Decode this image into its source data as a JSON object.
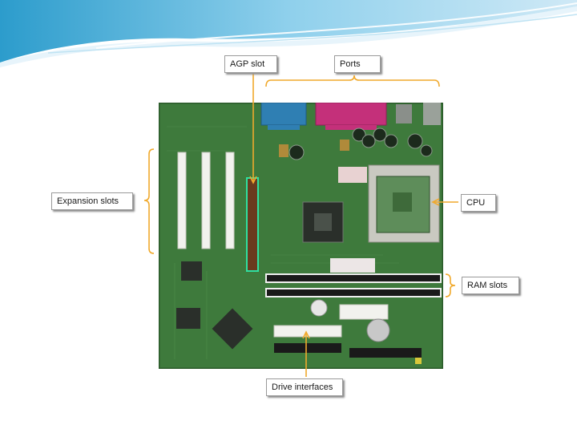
{
  "labels": {
    "agp": "AGP slot",
    "ports": "Ports",
    "expansion": "Expansion slots",
    "cpu": "CPU",
    "ram": "RAM slots",
    "drive": "Drive interfaces"
  },
  "colors": {
    "accent": "#f0a92c",
    "banner_light": "#d8eef8",
    "banner_mid": "#5bb6dc",
    "board_green": "#3e7a3c",
    "agp_highlight": "#2ee0a0"
  }
}
